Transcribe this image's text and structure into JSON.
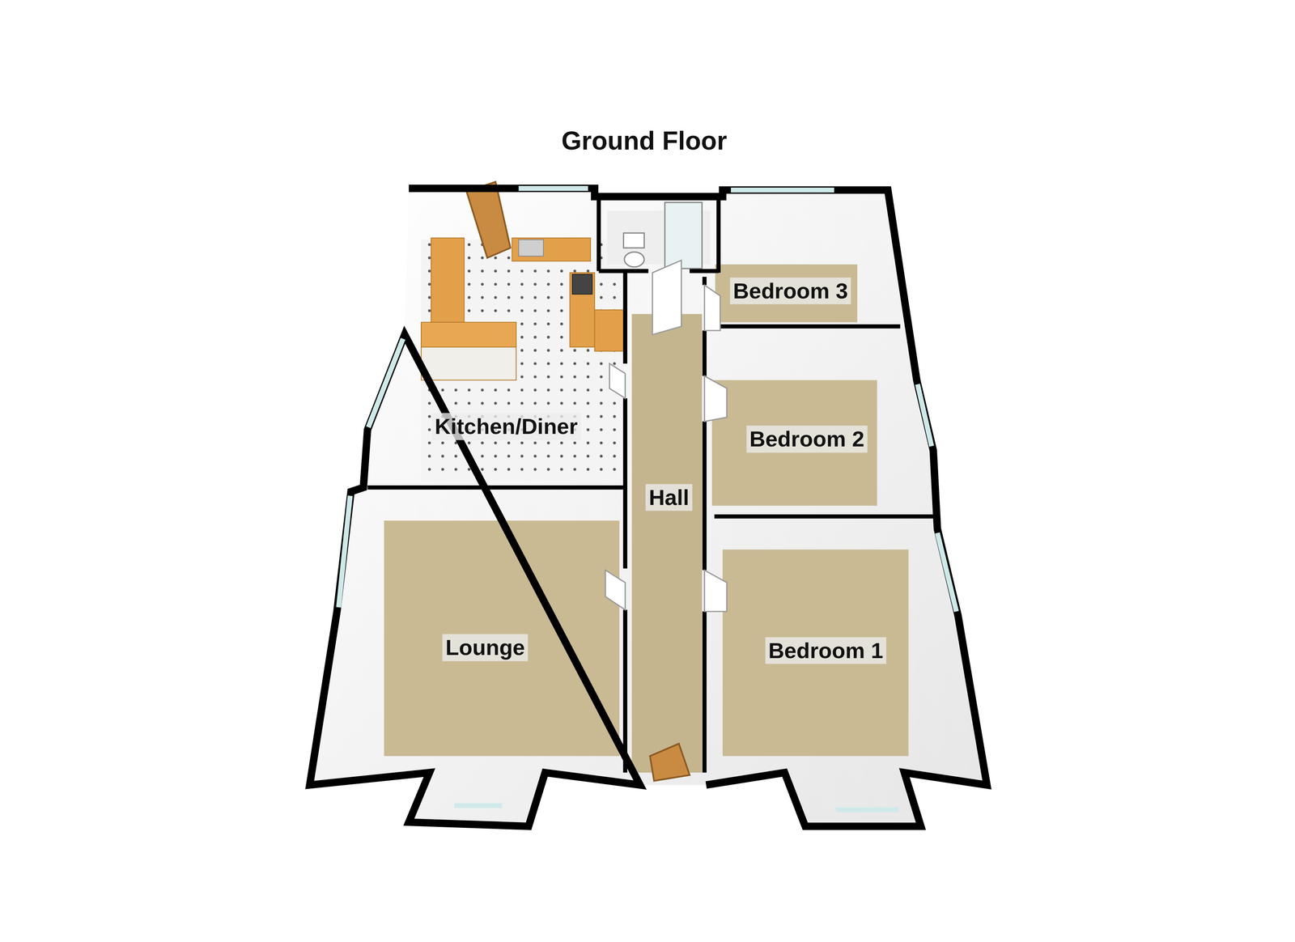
{
  "diagram": {
    "title": "Ground Floor",
    "nodes": [
      {
        "text": [
          "Bedroom 3"
        ]
      },
      {
        "text": [
          "Kitchen/Diner"
        ]
      },
      {
        "text": [
          "Bedroom 2"
        ]
      },
      {
        "text": [
          "Hall"
        ]
      },
      {
        "text": [
          "Lounge"
        ]
      },
      {
        "text": [
          "Bedroom 1"
        ]
      }
    ]
  }
}
